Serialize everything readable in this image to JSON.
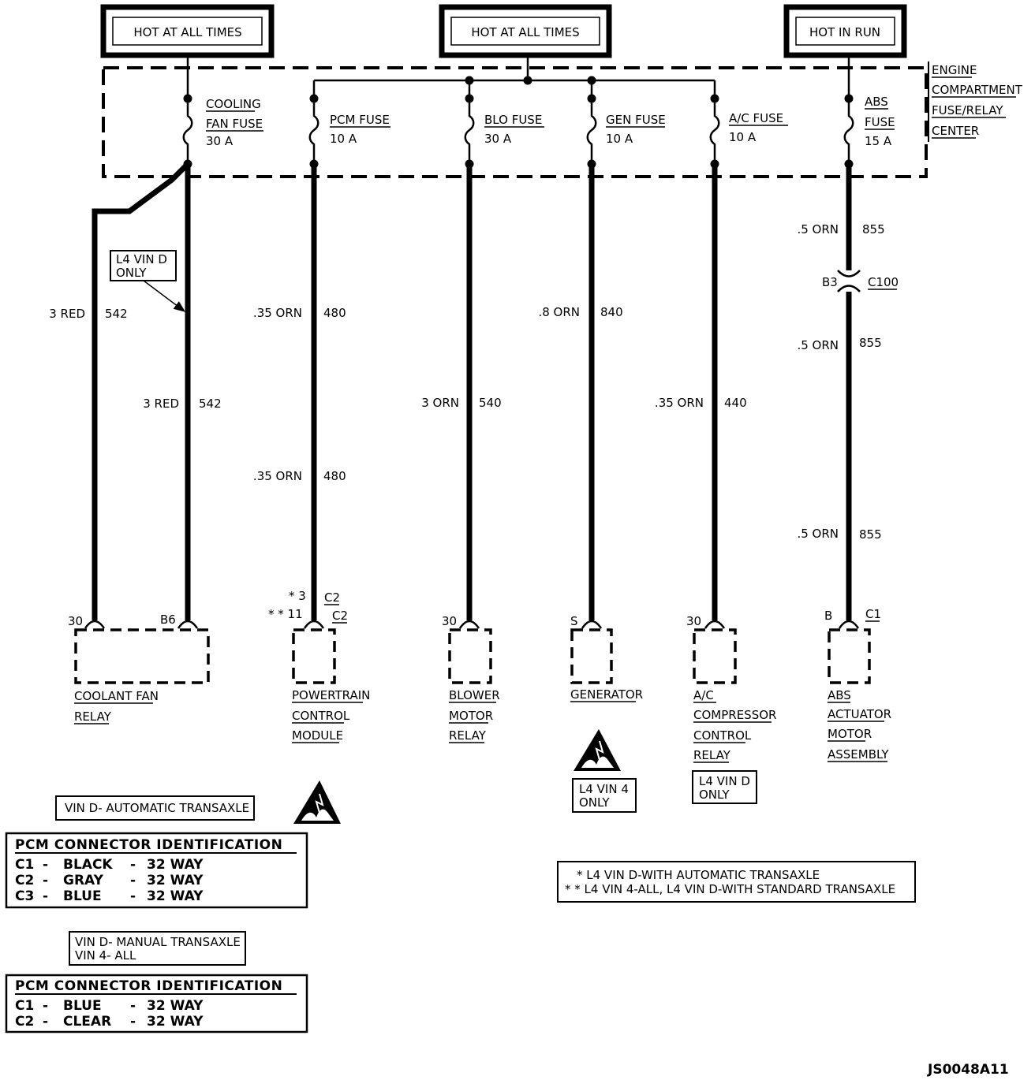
{
  "headers": {
    "hot_at_all_times_left": "HOT AT ALL TIMES",
    "hot_at_all_times_center": "HOT AT ALL TIMES",
    "hot_in_run": "HOT IN RUN"
  },
  "fuse_center_label": [
    "ENGINE",
    "COMPARTMENT",
    "FUSE/RELAY",
    "CENTER"
  ],
  "fuses": {
    "cooling_fan": [
      "COOLING",
      "FAN FUSE",
      "30 A"
    ],
    "pcm": [
      "PCM FUSE",
      "10 A"
    ],
    "blo": [
      "BLO FUSE",
      "30 A"
    ],
    "gen": [
      "GEN FUSE",
      "10 A"
    ],
    "ac": [
      "A/C FUSE",
      "10 A"
    ],
    "abs": [
      "ABS",
      "FUSE",
      "15 A"
    ]
  },
  "notes": {
    "l4_vin_d_only_callout": [
      "L4 VIN D",
      "ONLY"
    ],
    "l4_vin_4_only": [
      "L4 VIN 4",
      "ONLY"
    ],
    "l4_vin_d_only_ac": [
      "L4 VIN D",
      "ONLY"
    ]
  },
  "wires": {
    "relay_left": {
      "color": "3 RED",
      "circuit": "542"
    },
    "relay_right": {
      "color": "3 RED",
      "circuit": "542"
    },
    "pcm_top": {
      "color": ".35 ORN",
      "circuit": "480"
    },
    "pcm_bottom": {
      "color": ".35 ORN",
      "circuit": "480"
    },
    "blower": {
      "color": "3 ORN",
      "circuit": "540"
    },
    "generator": {
      "color": ".8 ORN",
      "circuit": "840"
    },
    "ac": {
      "color": ".35 ORN",
      "circuit": "440"
    },
    "abs_1": {
      "color": ".5 ORN",
      "circuit": "855"
    },
    "abs_2": {
      "color": ".5 ORN",
      "circuit": "855"
    },
    "abs_3": {
      "color": ".5 ORN",
      "circuit": "855"
    }
  },
  "connector_c100": {
    "pin": "B3",
    "name": "C100"
  },
  "pins": {
    "relay_30": "30",
    "relay_b6": "B6",
    "pcm_star3": "* 3",
    "pcm_c2_a": "C2",
    "pcm_star11": "* * 11",
    "pcm_c2_b": "C2",
    "blower_30": "30",
    "gen_s": "S",
    "ac_30": "30",
    "abs_b": "B",
    "abs_c1": "C1"
  },
  "components": {
    "coolant_fan_relay": [
      "COOLANT FAN",
      "RELAY"
    ],
    "pcm": [
      "POWERTRAIN",
      "CONTROL",
      "MODULE"
    ],
    "blower_motor_relay": [
      "BLOWER",
      "MOTOR",
      "RELAY"
    ],
    "generator": [
      "GENERATOR"
    ],
    "ac_relay": [
      "A/C",
      "COMPRESSOR",
      "CONTROL",
      "RELAY"
    ],
    "abs_motor": [
      "ABS",
      "ACTUATOR",
      "MOTOR",
      "ASSEMBLY"
    ]
  },
  "tables": {
    "auto_title": "VIN D- AUTOMATIC TRANSAXLE",
    "auto_header": "PCM CONNECTOR IDENTIFICATION",
    "auto_rows": [
      {
        "c": "C1",
        "dash1": "-",
        "color": "BLACK",
        "dash2": "-",
        "ways": "32 WAY"
      },
      {
        "c": "C2",
        "dash1": "-",
        "color": "GRAY",
        "dash2": "-",
        "ways": "32 WAY"
      },
      {
        "c": "C3",
        "dash1": "-",
        "color": "BLUE",
        "dash2": "-",
        "ways": "32 WAY"
      }
    ],
    "manual_title": [
      "VIN D- MANUAL TRANSAXLE",
      "VIN 4- ALL"
    ],
    "manual_header": "PCM CONNECTOR IDENTIFICATION",
    "manual_rows": [
      {
        "c": "C1",
        "dash1": "-",
        "color": "BLUE",
        "dash2": "-",
        "ways": "32 WAY"
      },
      {
        "c": "C2",
        "dash1": "-",
        "color": "CLEAR",
        "dash2": "-",
        "ways": "32 WAY"
      }
    ]
  },
  "legend": [
    "* L4 VIN D-WITH AUTOMATIC TRANSAXLE",
    "* * L4 VIN 4-ALL, L4 VIN D-WITH STANDARD TRANSAXLE"
  ],
  "figure_id": "JS0048A11"
}
